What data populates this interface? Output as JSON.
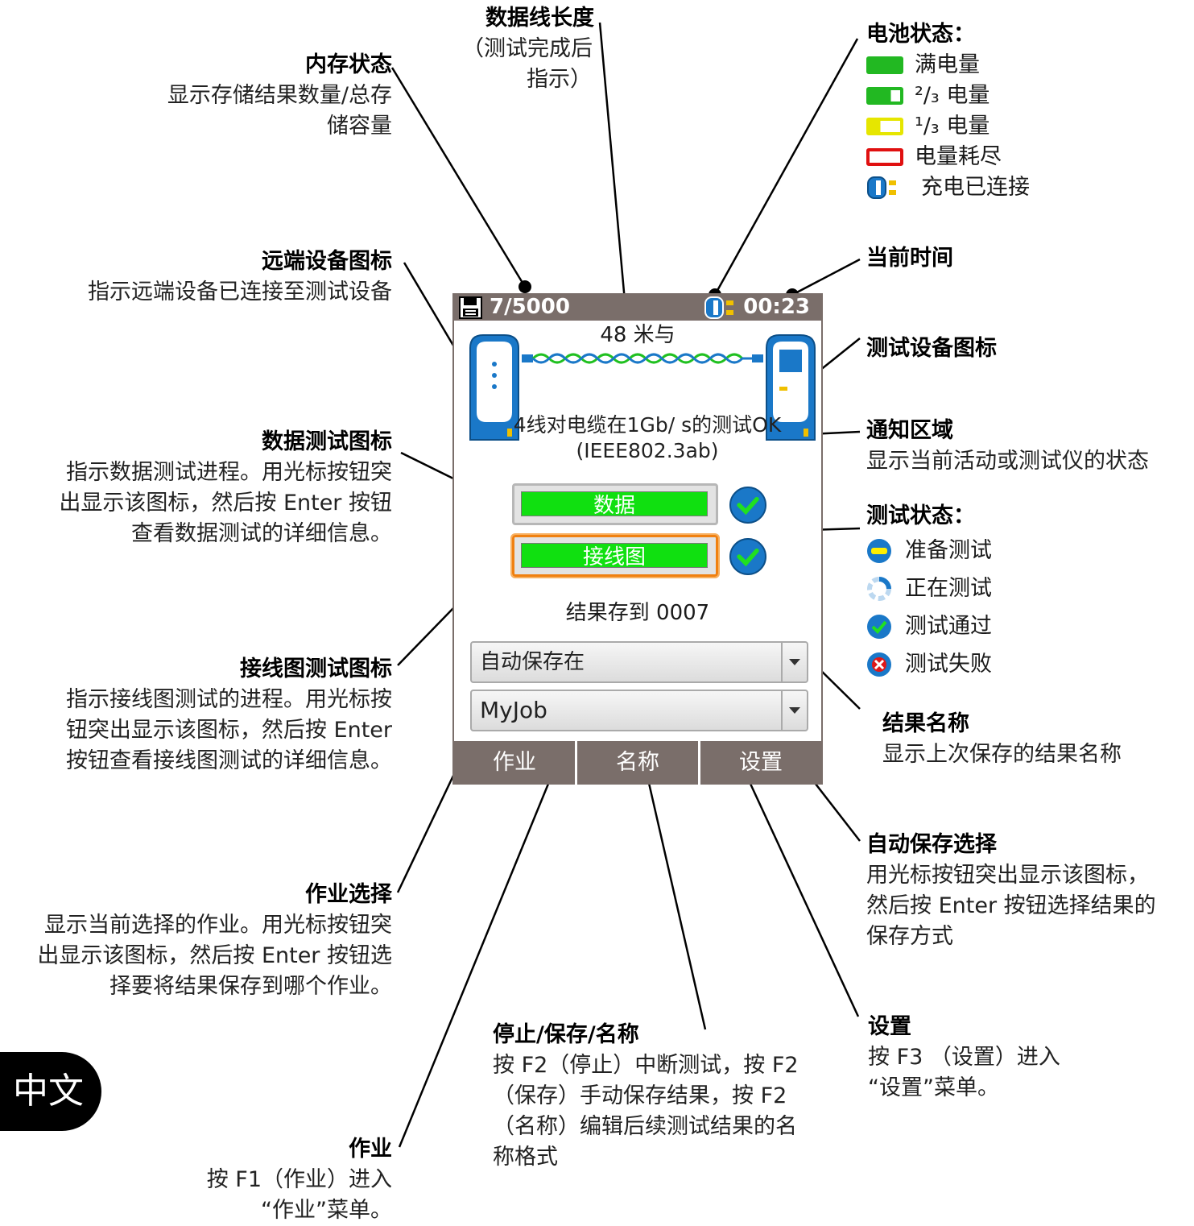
{
  "screen": {
    "status": {
      "memory": "7/5000",
      "time": "00:23"
    },
    "length_label": "48 米与",
    "notification": "4线对电缆在1Gb/ s的测试OK (IEEE802.3ab)",
    "data_button": "数据",
    "wiremap_button": "接线图",
    "saved_text": "结果存到 0007",
    "autosave_value": "自动保存在",
    "job_value": "MyJob",
    "softkeys": [
      "作业",
      "名称",
      "设置"
    ]
  },
  "annotations": {
    "memory_status": {
      "title": "内存状态",
      "desc": [
        "显示存储结果数量/总存",
        "储容量"
      ]
    },
    "cable_length": {
      "title": "数据线长度",
      "desc": [
        "（测试完成后",
        "指示）"
      ]
    },
    "battery": {
      "title": "电池状态：",
      "items": [
        {
          "icon": "battery-full-icon",
          "label": "满电量"
        },
        {
          "icon": "battery-two-thirds-icon",
          "label": "²/₃ 电量"
        },
        {
          "icon": "battery-one-third-icon",
          "label": "¹/₃ 电量"
        },
        {
          "icon": "battery-empty-icon",
          "label": "电量耗尽"
        },
        {
          "icon": "charger-icon",
          "label": "充电已连接"
        }
      ]
    },
    "current_time": {
      "title": "当前时间"
    },
    "remote_icon": {
      "title": "远端设备图标",
      "desc": [
        "指示远端设备已连接至测试设备"
      ]
    },
    "tester_icon": {
      "title": "测试设备图标"
    },
    "notification_area": {
      "title": "通知区域",
      "desc": [
        "显示当前活动或测试仪的状态"
      ]
    },
    "data_test_icon": {
      "title": "数据测试图标",
      "desc": [
        "指示数据测试进程。用光标按钮突",
        "出显示该图标，然后按 Enter 按钮",
        "查看数据测试的详细信息。"
      ]
    },
    "test_status": {
      "title": "测试状态：",
      "items": [
        {
          "icon": "ready-icon",
          "label": "准备测试"
        },
        {
          "icon": "testing-icon",
          "label": "正在测试"
        },
        {
          "icon": "pass-icon",
          "label": "测试通过"
        },
        {
          "icon": "fail-icon",
          "label": "测试失败"
        }
      ]
    },
    "wiremap_test_icon": {
      "title": "接线图测试图标",
      "desc": [
        "指示接线图测试的进程。用光标按",
        "钮突出显示该图标，然后按 Enter",
        "按钮查看接线图测试的详细信息。"
      ]
    },
    "result_name": {
      "title": "结果名称",
      "desc": [
        "显示上次保存的结果名称"
      ]
    },
    "autosave": {
      "title": "自动保存选择",
      "desc": [
        "用光标按钮突出显示该图标，",
        "然后按 Enter 按钮选择结果的",
        "保存方式"
      ]
    },
    "job_select": {
      "title": "作业选择",
      "desc": [
        "显示当前选择的作业。用光标按钮突",
        "出显示该图标，然后按 Enter 按钮选",
        "择要将结果保存到哪个作业。"
      ]
    },
    "stop_save_name": {
      "title": "停止/保存/名称",
      "desc": [
        "按 F2（停止）中断测试，按 F2",
        "（保存）手动保存结果，按 F2",
        "（名称）编辑后续测试结果的名",
        "称格式"
      ]
    },
    "setup": {
      "title": "设置",
      "desc": [
        "按 F3 （设置）进入",
        "“设置”菜单。"
      ]
    },
    "job": {
      "title": "作业",
      "desc": [
        "按 F1（作业）进入",
        "“作业”菜单。"
      ]
    }
  },
  "language_tab": "中文",
  "colors": {
    "status_bar": "#7a6e6a",
    "pass_green": "#10e010",
    "check_blue": "#1a78c8",
    "highlight_orange": "#f08010",
    "battery_full": "#22b822",
    "battery_third": "#e6e600",
    "battery_empty": "#e01010",
    "fail_red": "#e01818"
  }
}
